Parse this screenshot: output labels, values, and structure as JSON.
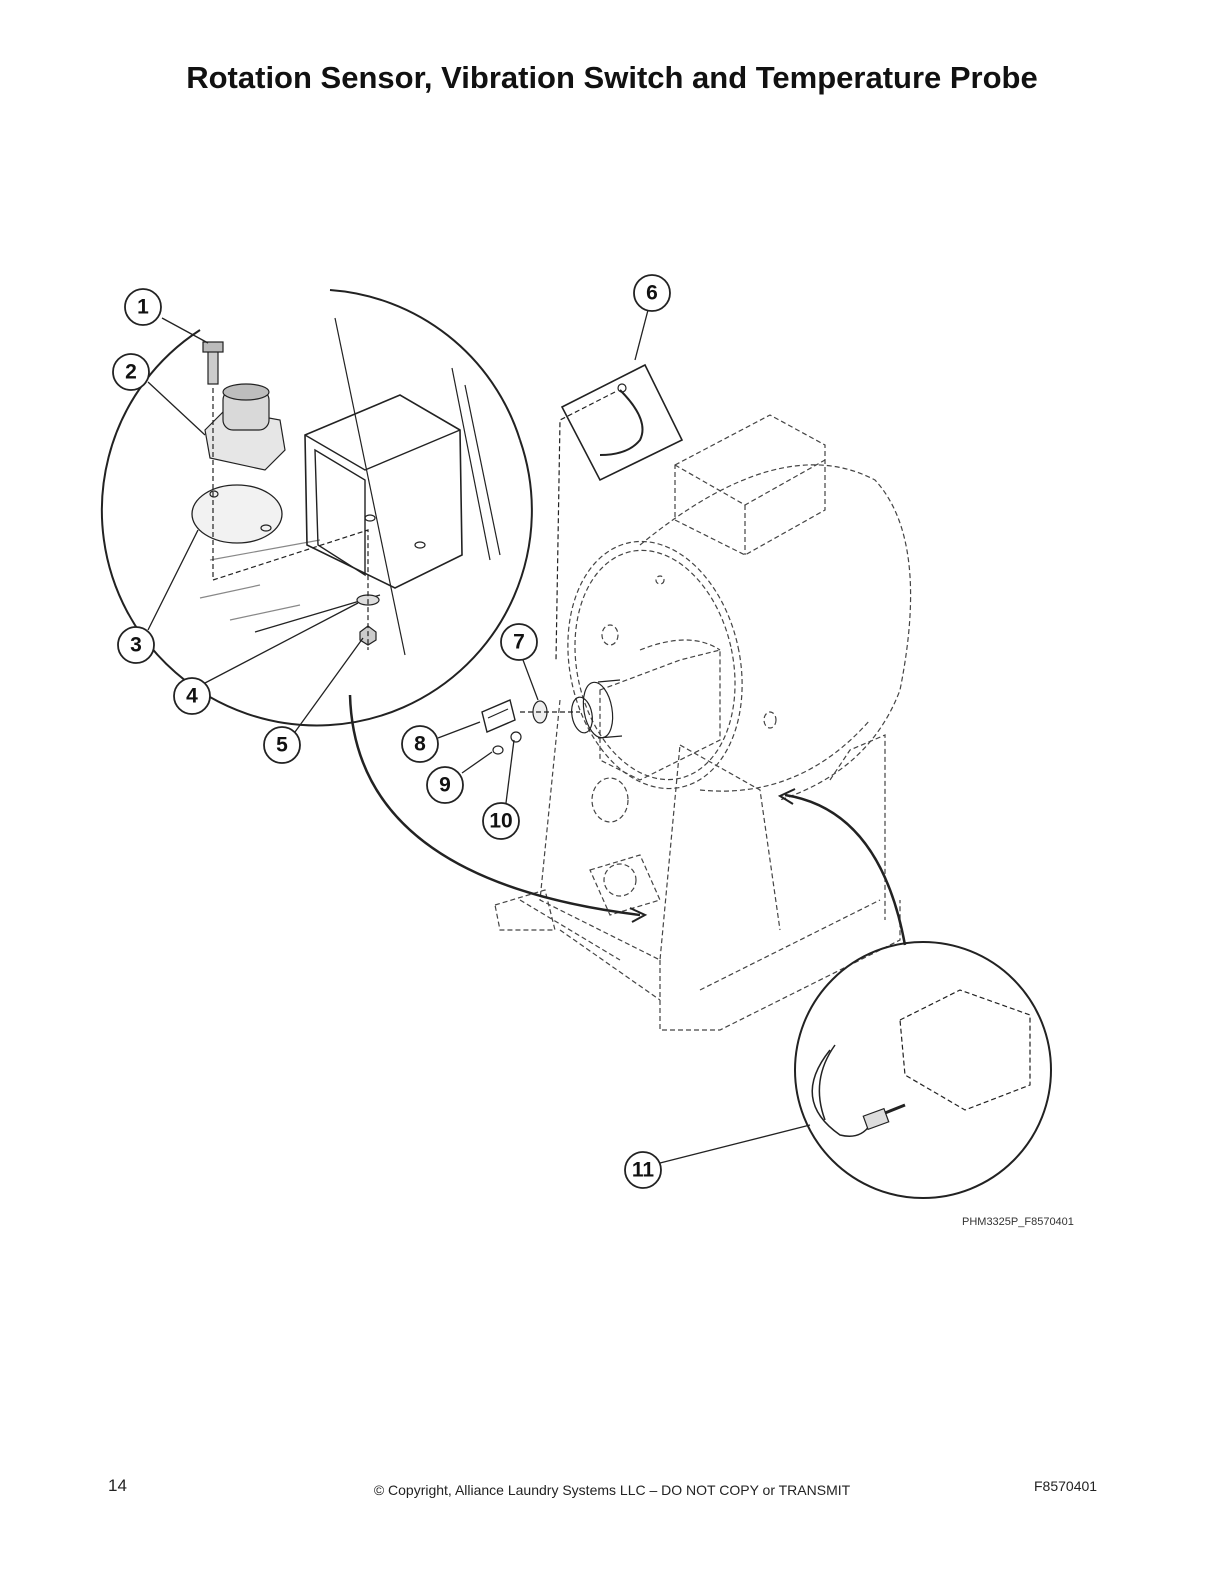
{
  "title": "Rotation Sensor, Vibration Switch and Temperature Probe",
  "callouts": [
    {
      "label": "1"
    },
    {
      "label": "2"
    },
    {
      "label": "3"
    },
    {
      "label": "4"
    },
    {
      "label": "5"
    },
    {
      "label": "6"
    },
    {
      "label": "7"
    },
    {
      "label": "8"
    },
    {
      "label": "9"
    },
    {
      "label": "10"
    },
    {
      "label": "11"
    }
  ],
  "figure_id": "PHM3325P_F8570401",
  "footer": {
    "page_number": "14",
    "copyright": "© Copyright, Alliance Laundry Systems LLC – DO NOT COPY or TRANSMIT",
    "doc_number": "F8570401"
  }
}
